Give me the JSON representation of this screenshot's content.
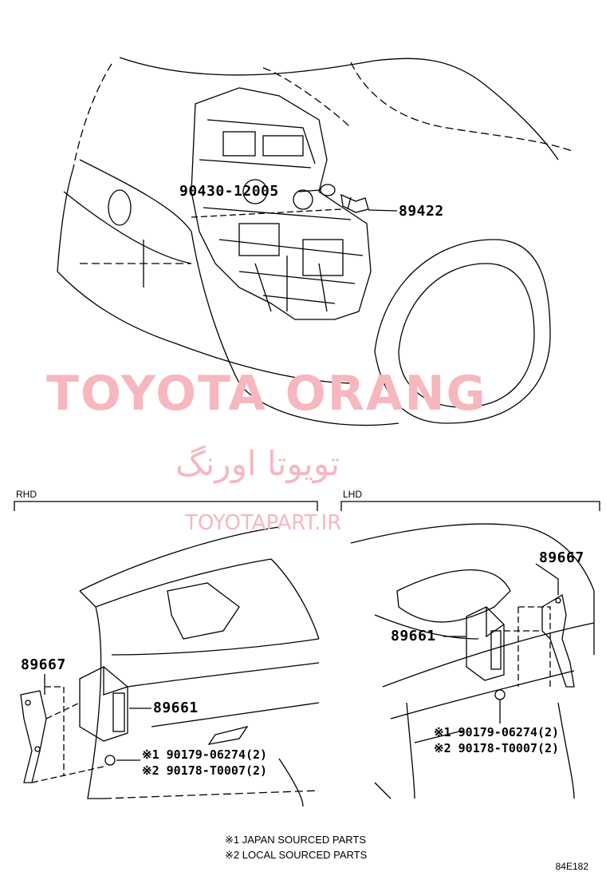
{
  "watermark": {
    "main": "TOYOTA ORANG",
    "persian": "تویوتا اورنگ",
    "url": "TOYOTAPART.IR"
  },
  "sections": {
    "rhd": "RHD",
    "lhd": "LHD"
  },
  "top_callouts": {
    "washer": "90430-12005",
    "sensor": "89422"
  },
  "rhd_callouts": {
    "bracket": "89667",
    "ecu": "89661",
    "bolt1": "※1 90179-06274(2)",
    "bolt2": "※2 90178-T0007(2)"
  },
  "lhd_callouts": {
    "bracket": "89667",
    "ecu": "89661",
    "bolt1": "※1 90179-06274(2)",
    "bolt2": "※2 90178-T0007(2)"
  },
  "notes": {
    "note1": "※1  JAPAN SOURCED PARTS",
    "note2": "※2  LOCAL SOURCED PARTS"
  },
  "figure_code": "84E182"
}
